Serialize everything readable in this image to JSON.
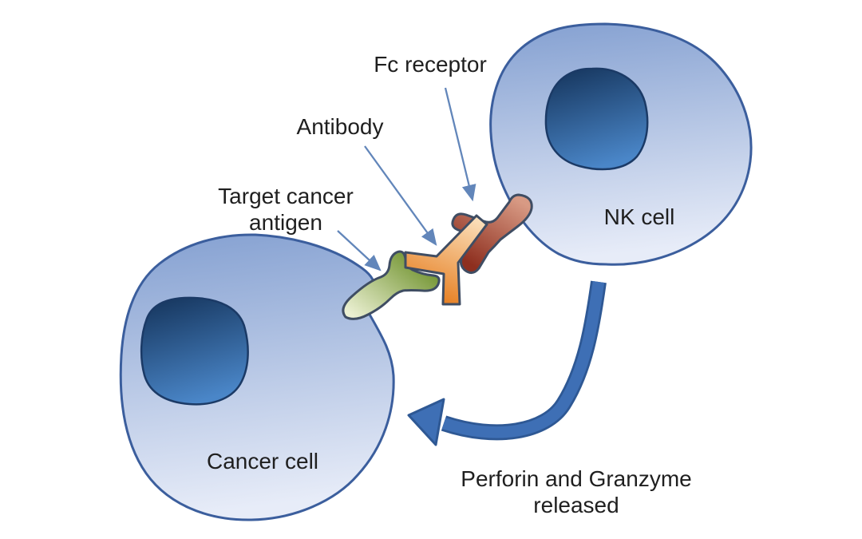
{
  "figure": {
    "title": "Antibody-dependent cell-mediated cytotoxicity diagram",
    "labels": {
      "fc_receptor": "Fc receptor",
      "antibody": "Antibody",
      "target_antigen_line1": "Target cancer",
      "target_antigen_line2": "antigen",
      "nk_cell": "NK cell",
      "cancer_cell": "Cancer cell",
      "perforin_line1": "Perforin and Granzyme",
      "perforin_line2": "released"
    },
    "colors": {
      "background": "#FFFFFF",
      "cell_fill_top": "#84A0D1",
      "cell_fill_bottom": "#E7ECF8",
      "cell_outline": "#3B5E9D",
      "nucleus_fill_top": "#16365E",
      "nucleus_fill_bottom": "#4A86C8",
      "nucleus_outline": "#1B3A66",
      "antigen_green_dark": "#7A9A3C",
      "antigen_green_light": "#EBF0D2",
      "antibody_orange_light": "#FCE4C2",
      "antibody_orange_dark": "#E67F22",
      "fc_receptor_red_light": "#D89A84",
      "fc_receptor_red_dark": "#8E2F1F",
      "molecule_outline": "#3F4D63",
      "release_arrow_fill": "#3E6FB5",
      "release_arrow_outline": "#2E5894",
      "label_arrow": "#6286BA",
      "text": "#1F1F1F"
    }
  }
}
